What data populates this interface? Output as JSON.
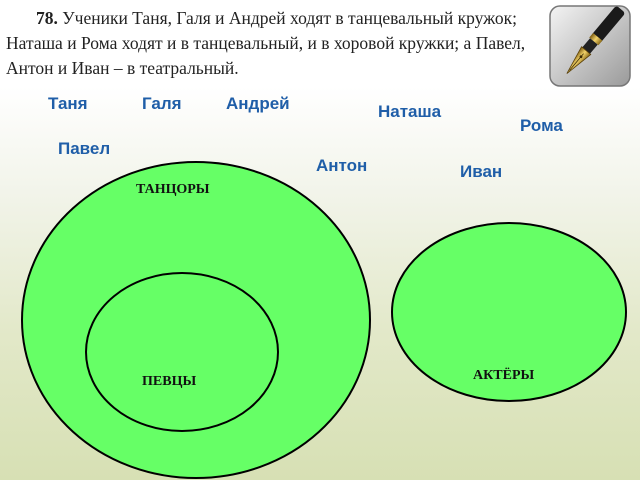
{
  "task": {
    "number": "78.",
    "text": "Ученики Таня, Галя и Андрей ходят в танцевальный кружок; Наташа и Рома ходят и в танцевальный, и в хоровой кружки; а Павел, Антон и Иван – в театральный."
  },
  "icon": "fountain-pen-icon",
  "names": [
    "Таня",
    "Галя",
    "Андрей",
    "Наташа",
    "Рома",
    "Павел",
    "Антон",
    "Иван"
  ],
  "sets": {
    "dancers": "ТАНЦОРЫ",
    "singers": "ПЕВЦЫ",
    "actors": "АКТЁРЫ"
  },
  "colors": {
    "circle_fill": "#66ff66",
    "circle_stroke": "#000000",
    "names": "#1f5ea8"
  }
}
